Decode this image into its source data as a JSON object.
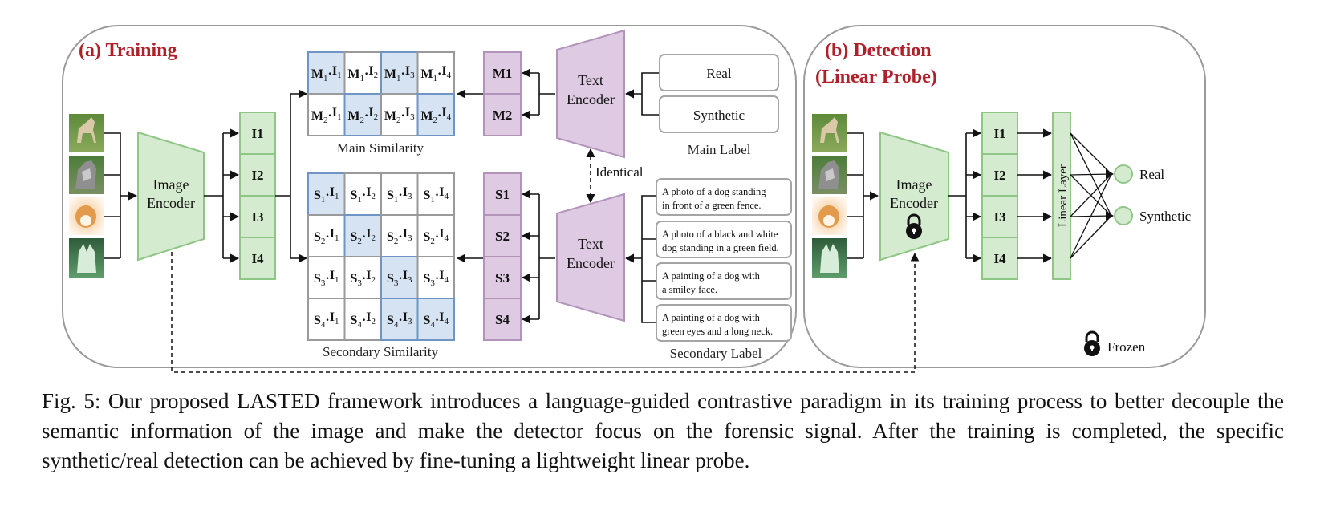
{
  "training": {
    "title": "(a) Training",
    "image_encoder": [
      "Image",
      "Encoder"
    ],
    "image_features": [
      "I1",
      "I2",
      "I3",
      "I4"
    ],
    "main_text_encoder": [
      "Text",
      "Encoder"
    ],
    "secondary_text_encoder": [
      "Text",
      "Encoder"
    ],
    "identical_label": "Identical",
    "main_embeddings": [
      "M1",
      "M2"
    ],
    "secondary_embeddings": [
      "S1",
      "S2",
      "S3",
      "S4"
    ],
    "main_similarity_title": "Main Similarity",
    "secondary_similarity_title": "Secondary Similarity",
    "main_similarity": [
      [
        {
          "a": "M",
          "i": "1",
          "b": "I",
          "j": "1",
          "hl": true
        },
        {
          "a": "M",
          "i": "1",
          "b": "I",
          "j": "2",
          "hl": false
        },
        {
          "a": "M",
          "i": "1",
          "b": "I",
          "j": "3",
          "hl": true
        },
        {
          "a": "M",
          "i": "1",
          "b": "I",
          "j": "4",
          "hl": false
        }
      ],
      [
        {
          "a": "M",
          "i": "2",
          "b": "I",
          "j": "1",
          "hl": false
        },
        {
          "a": "M",
          "i": "2",
          "b": "I",
          "j": "2",
          "hl": true
        },
        {
          "a": "M",
          "i": "2",
          "b": "I",
          "j": "3",
          "hl": false
        },
        {
          "a": "M",
          "i": "2",
          "b": "I",
          "j": "4",
          "hl": true
        }
      ]
    ],
    "secondary_similarity": [
      [
        {
          "a": "S",
          "i": "1",
          "b": "I",
          "j": "1",
          "hl": true
        },
        {
          "a": "S",
          "i": "1",
          "b": "I",
          "j": "2",
          "hl": false
        },
        {
          "a": "S",
          "i": "1",
          "b": "I",
          "j": "3",
          "hl": false
        },
        {
          "a": "S",
          "i": "1",
          "b": "I",
          "j": "4",
          "hl": false
        }
      ],
      [
        {
          "a": "S",
          "i": "2",
          "b": "I",
          "j": "1",
          "hl": false
        },
        {
          "a": "S",
          "i": "2",
          "b": "I",
          "j": "2",
          "hl": true
        },
        {
          "a": "S",
          "i": "2",
          "b": "I",
          "j": "3",
          "hl": false
        },
        {
          "a": "S",
          "i": "2",
          "b": "I",
          "j": "4",
          "hl": false
        }
      ],
      [
        {
          "a": "S",
          "i": "3",
          "b": "I",
          "j": "1",
          "hl": false
        },
        {
          "a": "S",
          "i": "3",
          "b": "I",
          "j": "2",
          "hl": false
        },
        {
          "a": "S",
          "i": "3",
          "b": "I",
          "j": "3",
          "hl": true
        },
        {
          "a": "S",
          "i": "3",
          "b": "I",
          "j": "4",
          "hl": false
        }
      ],
      [
        {
          "a": "S",
          "i": "4",
          "b": "I",
          "j": "1",
          "hl": false
        },
        {
          "a": "S",
          "i": "4",
          "b": "I",
          "j": "2",
          "hl": false
        },
        {
          "a": "S",
          "i": "4",
          "b": "I",
          "j": "3",
          "hl": true
        },
        {
          "a": "S",
          "i": "4",
          "b": "I",
          "j": "4",
          "hl": true
        }
      ]
    ],
    "main_labels": [
      "Real",
      "Synthetic"
    ],
    "main_label_title": "Main Label",
    "secondary_labels": [
      [
        "A photo of a dog standing",
        "in front of a green fence."
      ],
      [
        "A photo of a black and white",
        "dog standing in a green field."
      ],
      [
        "A painting of a dog with",
        "a smiley face."
      ],
      [
        "A painting of a dog with",
        "green eyes and a long neck."
      ]
    ],
    "secondary_label_title": "Secondary Label"
  },
  "detection": {
    "title_lines": [
      "(b) Detection",
      "(Linear Probe)"
    ],
    "image_encoder": [
      "Image",
      "Encoder"
    ],
    "image_features": [
      "I1",
      "I2",
      "I3",
      "I4"
    ],
    "linear_layer": "Linear Layer",
    "outputs": [
      "Real",
      "Synthetic"
    ],
    "frozen_legend": "Frozen"
  },
  "caption": "Fig. 5: Our proposed LASTED framework introduces a language-guided contrastive paradigm in its training process to better decouple the semantic information of the image and make the detector focus on the forensic signal. After the training is completed, the specific synthetic/real detection can be achieved by fine-tuning a lightweight linear probe.",
  "colors": {
    "title_red": "#b0202a",
    "green_fill": "#d5ebcf",
    "green_stroke": "#8fc585",
    "purple_fill": "#decbe3",
    "purple_stroke": "#b294bb",
    "blue_fill": "#d5e3f3",
    "blue_stroke": "#6f95c6",
    "grey_stroke": "#9a9a9a"
  }
}
